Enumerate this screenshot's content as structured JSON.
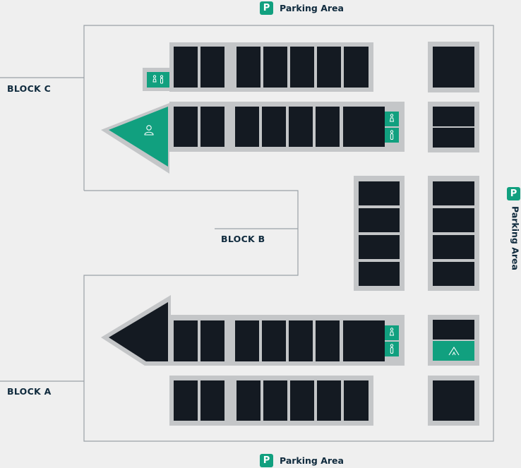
{
  "colors": {
    "background": "#efefef",
    "outline": "#9aa1a6",
    "block_base": "#c4c6c8",
    "unit": "#141a22",
    "accent": "#11a07f",
    "label": "#0f2a3d"
  },
  "parking": {
    "top": {
      "badge": "P",
      "label": "Parking Area"
    },
    "right": {
      "badge": "P",
      "label": "Parking Area"
    },
    "bottom": {
      "badge": "P",
      "label": "Parking Area"
    }
  },
  "blocks": {
    "c": {
      "label": "BLOCK C"
    },
    "b": {
      "label": "BLOCK B"
    },
    "a": {
      "label": "BLOCK A"
    }
  },
  "icons": {
    "restroom": "restroom-icon",
    "male": "male-restroom-icon",
    "female": "female-restroom-icon",
    "person": "person-icon",
    "tent": "tent-icon"
  }
}
